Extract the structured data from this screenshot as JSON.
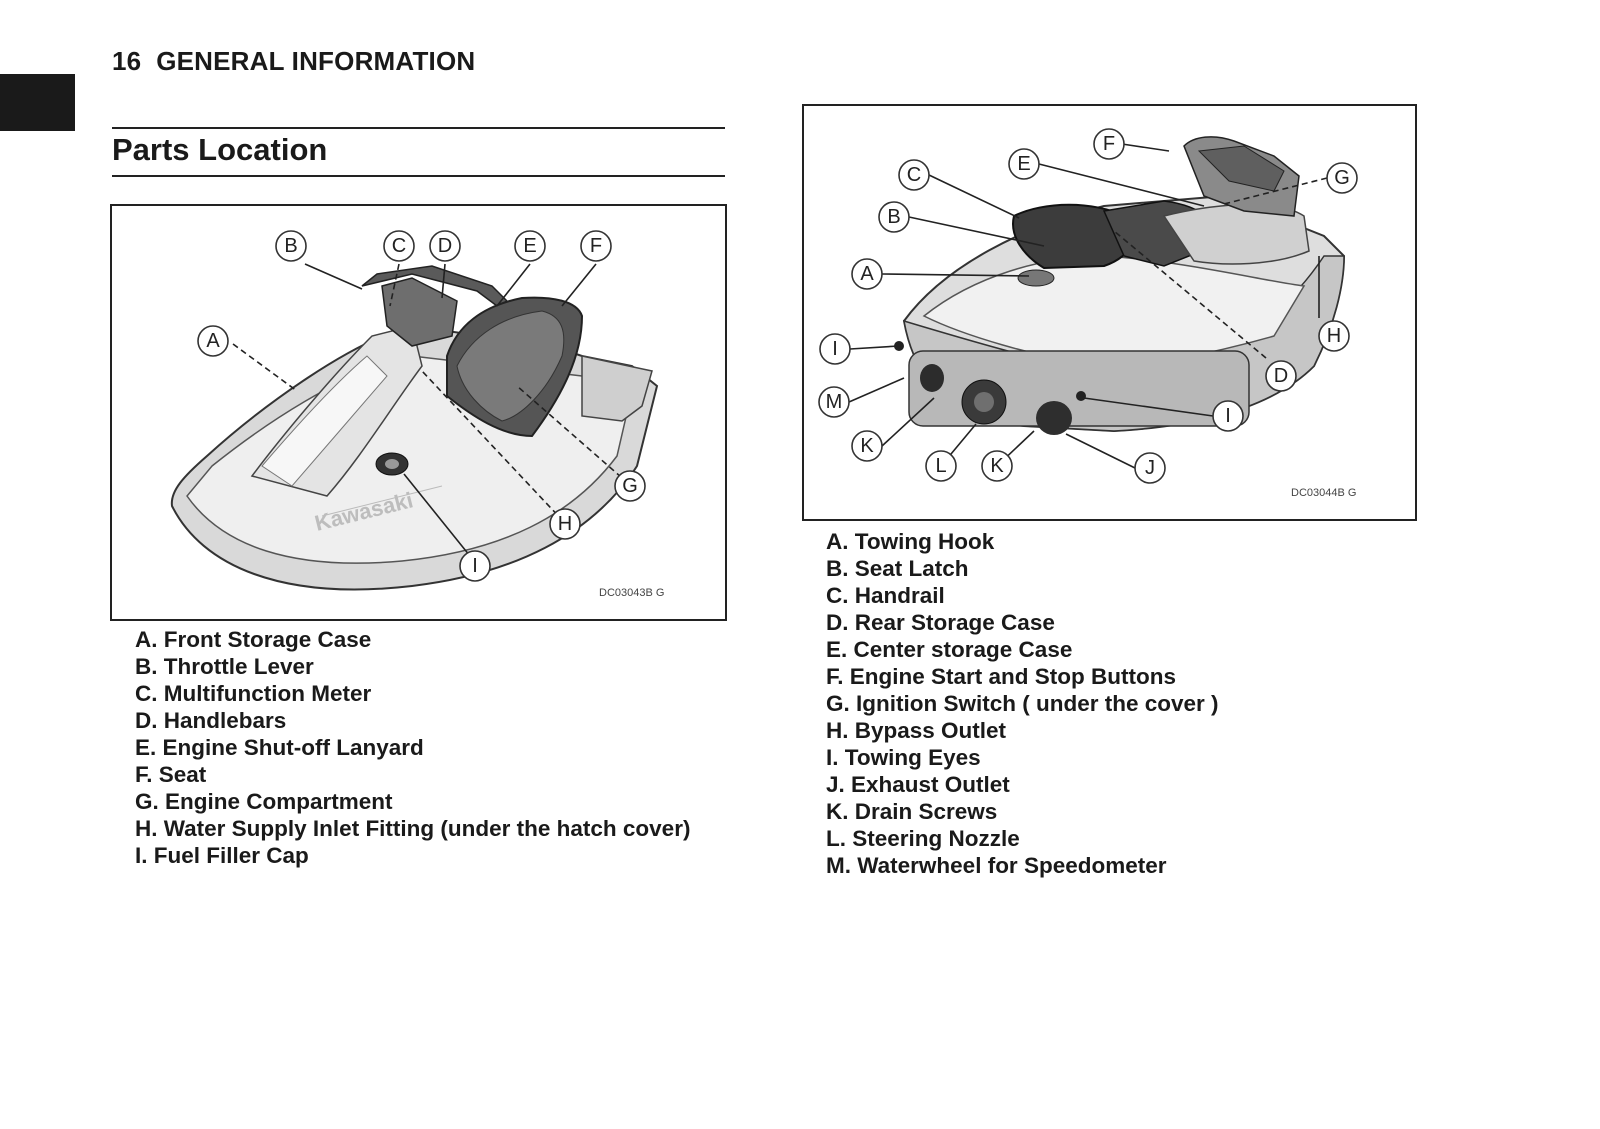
{
  "header": {
    "page_number": "16",
    "section": "GENERAL INFORMATION"
  },
  "title": "Parts Location",
  "figure_left": {
    "code": "DC03043B   G",
    "callouts": [
      "B",
      "C",
      "D",
      "E",
      "F",
      "A",
      "G",
      "H",
      "I"
    ]
  },
  "figure_right": {
    "code": "DC03044B   G",
    "callouts": [
      "F",
      "E",
      "C",
      "G",
      "B",
      "A",
      "I",
      "H",
      "D",
      "M",
      "I",
      "K",
      "L",
      "K",
      "J"
    ]
  },
  "legend_left": [
    "A. Front Storage Case",
    "B. Throttle Lever",
    "C. Multifunction Meter",
    "D. Handlebars",
    "E. Engine Shut-off Lanyard",
    "F. Seat",
    "G. Engine Compartment",
    "H. Water Supply Inlet Fitting (under the hatch cover)",
    "I. Fuel Filler Cap"
  ],
  "legend_right": [
    "A. Towing Hook",
    "B. Seat Latch",
    "C. Handrail",
    "D. Rear Storage Case",
    "E. Center storage Case",
    "F. Engine Start and Stop Buttons",
    "G. Ignition Switch ( under the cover )",
    "H. Bypass Outlet",
    "I. Towing Eyes",
    "J. Exhaust Outlet",
    "K. Drain Screws",
    "L. Steering Nozzle",
    "M. Waterwheel for Speedometer"
  ],
  "watercraft_brand": "Kawasaki"
}
